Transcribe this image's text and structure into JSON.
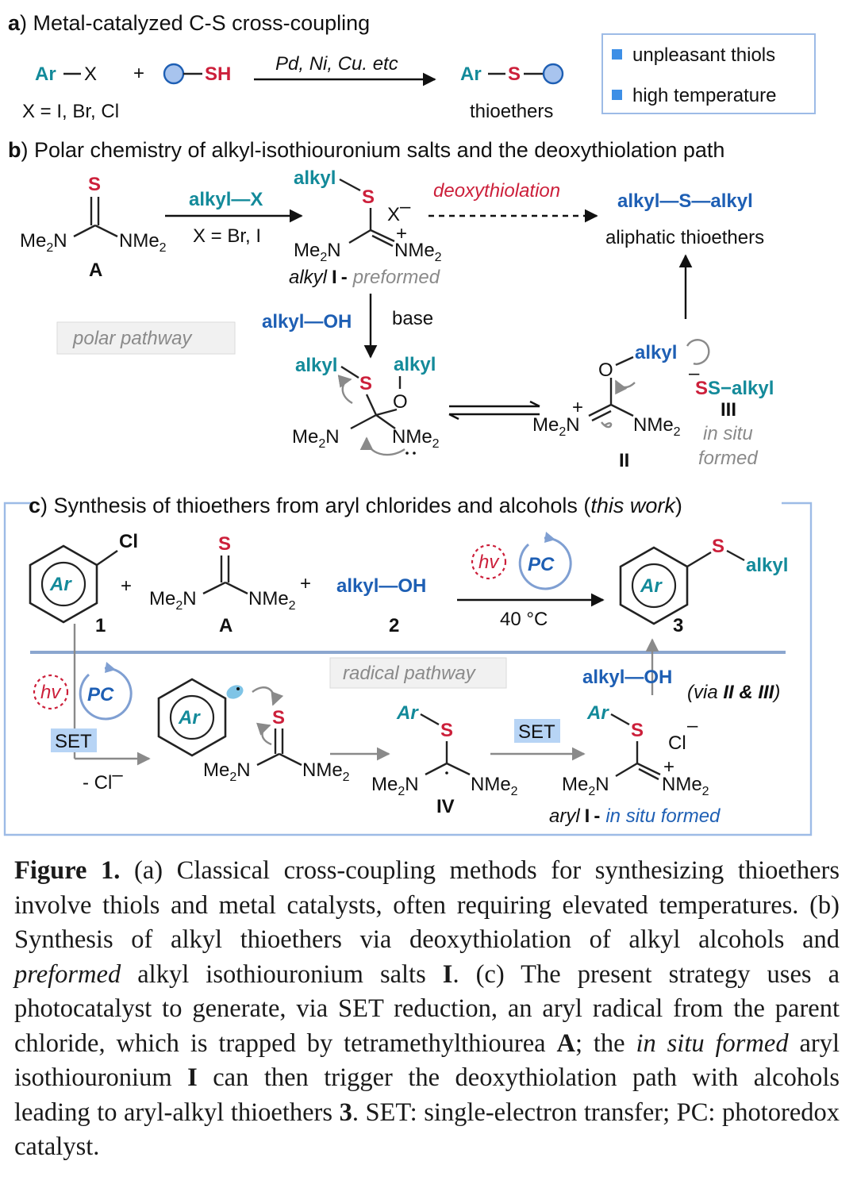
{
  "panel_a": {
    "letter": "a",
    "title": ") Metal-catalyzed C-S cross-coupling",
    "ar": "Ar",
    "x": "X",
    "plus": "+",
    "sh": "SH",
    "conditions": "Pd, Ni, Cu. etc",
    "product_ar": "Ar",
    "product_s": "S",
    "x_def": "X = I, Br, Cl",
    "product_label": "thioethers",
    "drawbacks": [
      "unpleasant thiols",
      "high temperature"
    ]
  },
  "panel_b": {
    "letter": "b",
    "title": ") Polar chemistry of alkyl-isothiouronium salts and the deoxythiolation path",
    "s": "S",
    "me2n": "Me",
    "sub2": "2",
    "n": "N",
    "nme": "NMe",
    "cmpd_a": "A",
    "reagent": "alkyl—X",
    "reagent_def": "X = Br, I",
    "alkyl": "alkyl",
    "xminus": "X",
    "minus": "–",
    "plus": "+",
    "salt_alkyl": "alkyl",
    "salt_num": "I",
    "salt_dash": "-",
    "salt_note": "preformed",
    "deoxy": "deoxythiolation",
    "product": "alkyl—S—alkyl",
    "product_label": "aliphatic thioethers",
    "alcohol": "alkyl—OH",
    "base": "base",
    "polar": "polar pathway",
    "o": "O",
    "cmpd_ii": "II",
    "cmpd_iii": "III",
    "s_alkyl": "S−alkyl",
    "insitu1": "in situ",
    "insitu2": "formed"
  },
  "panel_c": {
    "letter": "c",
    "title_pre": ") Synthesis of thioethers from aryl chlorides and alcohols (",
    "title_ital": "this work",
    "title_post": ")",
    "cl": "Cl",
    "ar": "Ar",
    "plus": "+",
    "n1": "1",
    "cmpd_a": "A",
    "alcohol": "alkyl—OH",
    "n2": "2",
    "hv": "hv",
    "pc": "PC",
    "temp": "40 °C",
    "s": "S",
    "alkyl": "alkyl",
    "n3": "3",
    "radical": "radical pathway",
    "set": "SET",
    "cl_minus": "- Cl",
    "minus": "–",
    "cmpd_iv": "IV",
    "via": "(via ",
    "via_b": "II & III",
    "via_end": ")",
    "aryl": "aryl",
    "aryl_num": "I",
    "aryl_dash": "-",
    "aryl_note": "in situ formed",
    "cl_anion": "Cl"
  },
  "colors": {
    "teal": "#138a9a",
    "blue": "#1e5fb4",
    "red": "#cc1f3a",
    "frame": "#9dbbe6",
    "box_fill": "#b7d4f5",
    "divider": "#8ba6cf",
    "gray": "#8a8a8a"
  },
  "caption": {
    "label": "Figure 1.",
    "t1": " (a) Classical cross-coupling methods for synthesizing thioethers involve thiols and metal catalysts, often requiring elevated temperatures. (b) Synthesis of alkyl thioethers via deoxythiolation of alkyl alcohols and ",
    "i1": "preformed",
    "t2": " alkyl isothiouronium salts ",
    "b1": "I",
    "t3": ". (c) The present strategy uses a photocatalyst to generate, via SET reduction, an aryl radical from the parent chloride, which is trapped by tetramethylthiourea ",
    "b2": "A",
    "t4": "; the ",
    "i2": "in situ formed",
    "t5": " aryl isothiouronium ",
    "b3": "I",
    "t6": " can then trigger the deoxythiolation path with alcohols leading to aryl-alkyl thioethers ",
    "b4": "3",
    "t7": ". SET: single-electron transfer; PC: photoredox catalyst."
  }
}
